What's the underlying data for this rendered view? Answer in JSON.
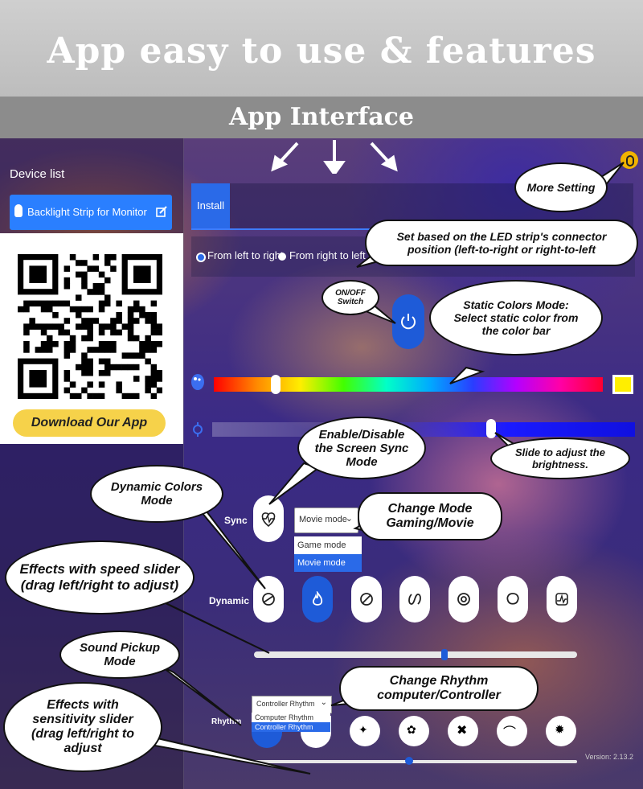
{
  "banner": {
    "title": "App easy to use & features",
    "subtitle": "App Interface"
  },
  "sidebar": {
    "title": "Device list",
    "device": "Backlight Strip for Monitor",
    "download": "Download Our App"
  },
  "install": {
    "tab": "Install"
  },
  "direction": {
    "left_to_right": "From left to right",
    "right_to_left": "From right to left",
    "selected": "From left to right"
  },
  "color_swatch": "#ffee00",
  "color_knob_fraction": 0.16,
  "brightness_fraction": 0.66,
  "sync": {
    "label": "Sync",
    "select_value": "Movie mode",
    "options": [
      "Game mode",
      "Movie mode"
    ],
    "selected": "Movie mode"
  },
  "dynamic": {
    "label": "Dynamic",
    "slider_fraction": 0.59
  },
  "rhythm": {
    "label": "Rhythm",
    "select_value": "Controller Rhythm",
    "options": [
      "Computer Rhythm",
      "Controller Rhythm"
    ],
    "selected": "Controller Rhythm",
    "slider_fraction": 0.48
  },
  "version": "Version: 2.13.2",
  "callouts": {
    "more_setting": "More Setting",
    "direction": "Set based on the LED strip's connector position (left-to-right or right-to-left",
    "on_off": "ON/OFF Switch",
    "static": "Static Colors Mode: Select static color from the color bar",
    "brightness": "Slide to adjust the brightness.",
    "screen_sync": "Enable/Disable the Screen Sync Mode",
    "dynamic_colors": "Dynamic Colors Mode",
    "change_mode": "Change Mode Gaming/Movie",
    "speed": "Effects with speed slider (drag left/right to adjust)",
    "sound": "Sound Pickup Mode",
    "change_rhythm": "Change Rhythm computer/Controller",
    "sensitivity": "Effects with sensitivity slider (drag left/right to adjust"
  },
  "colors": {
    "accent": "#1e5bd8",
    "download": "#f6d24a",
    "gear": "#f1b300"
  }
}
